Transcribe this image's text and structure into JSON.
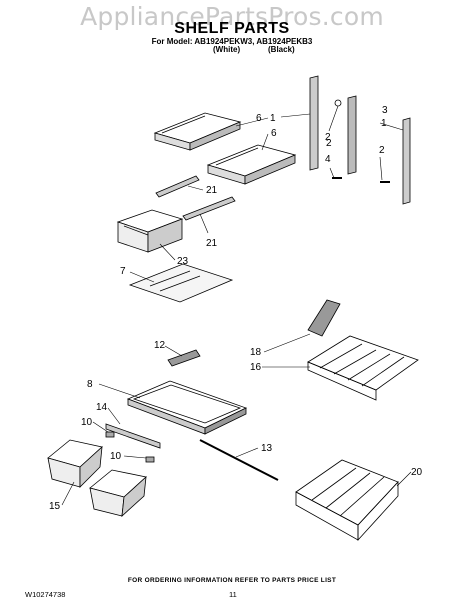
{
  "watermark": "AppliancePartsPros.com",
  "title": "SHELF PARTS",
  "model_line": "For Model: AB1924PEKW3, AB1924PEKB3",
  "variants": [
    "(White)",
    "(Black)"
  ],
  "callouts": [
    "1",
    "2",
    "3",
    "4",
    "6",
    "6",
    "21",
    "21",
    "23",
    "7",
    "12",
    "8",
    "14",
    "10",
    "10",
    "15",
    "13",
    "18",
    "16",
    "20",
    "1",
    "2",
    "2"
  ],
  "footer": {
    "ordering": "FOR ORDERING INFORMATION REFER TO PARTS PRICE LIST",
    "doc_number": "W10274738",
    "page": "11"
  }
}
